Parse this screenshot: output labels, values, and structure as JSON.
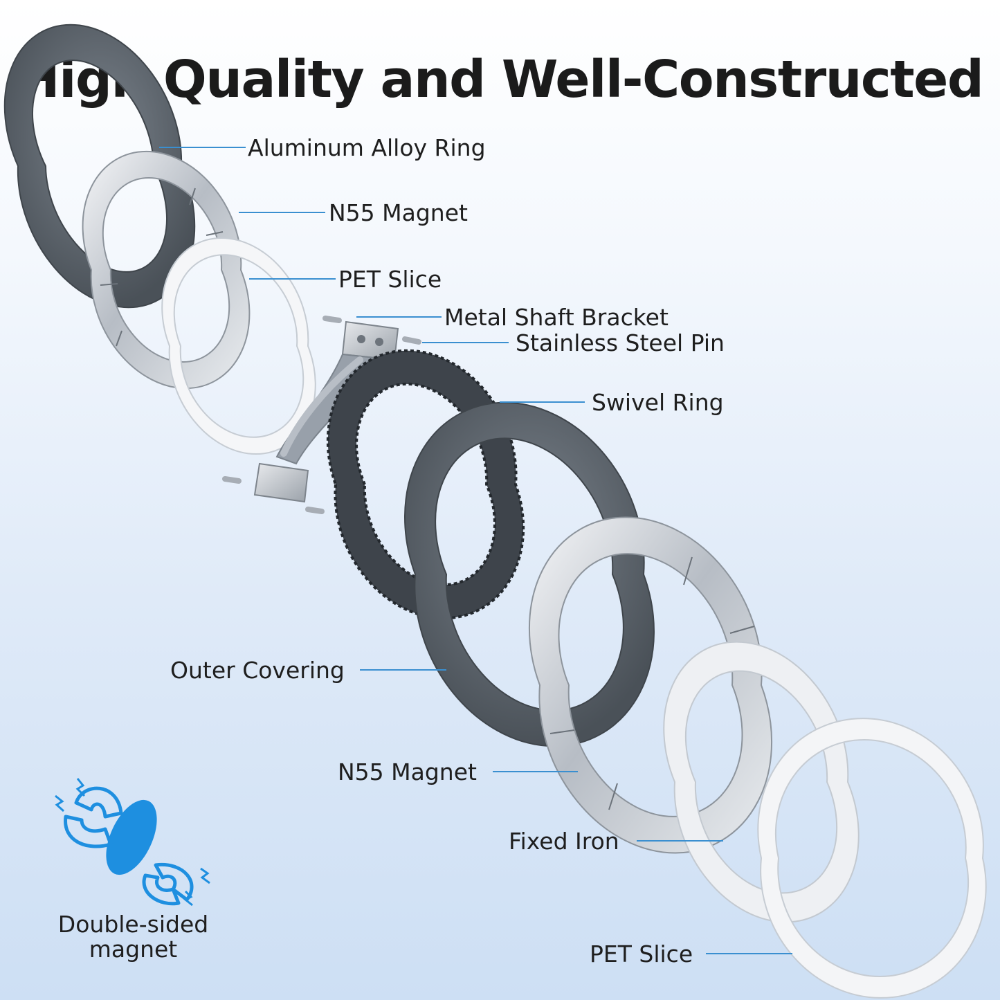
{
  "title": "High Quality and Well-Constructed",
  "parts": [
    {
      "id": "aluminum-alloy-ring",
      "label": "Aluminum Alloy Ring"
    },
    {
      "id": "n55-magnet-top",
      "label": "N55 Magnet"
    },
    {
      "id": "pet-slice-top",
      "label": "PET Slice"
    },
    {
      "id": "metal-shaft-bracket",
      "label": "Metal Shaft Bracket"
    },
    {
      "id": "stainless-steel-pin",
      "label": "Stainless Steel Pin"
    },
    {
      "id": "swivel-ring",
      "label": "Swivel Ring"
    },
    {
      "id": "outer-covering",
      "label": "Outer Covering"
    },
    {
      "id": "n55-magnet-bottom",
      "label": "N55 Magnet"
    },
    {
      "id": "fixed-iron",
      "label": "Fixed Iron"
    },
    {
      "id": "pet-slice-bottom",
      "label": "PET Slice"
    }
  ],
  "badge": {
    "icon": "double-sided-magnet-icon",
    "line1": "Double-sided",
    "line2": "magnet"
  },
  "colors": {
    "leader_line": "#3a8fd0",
    "magnet_icon": "#1e8fe0",
    "ring_dark": "#5e6670",
    "ring_silver": "#c9ced6"
  }
}
